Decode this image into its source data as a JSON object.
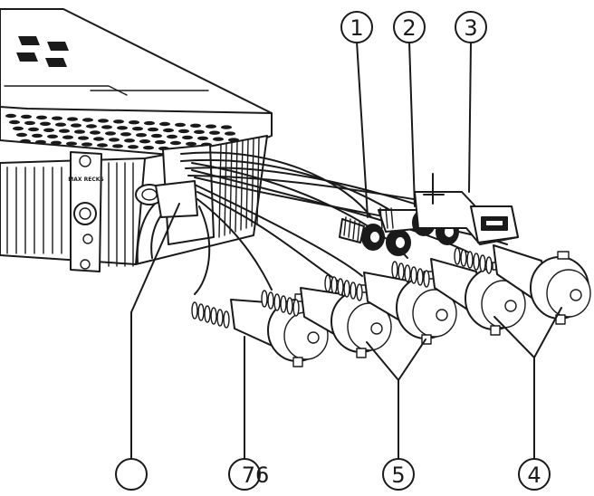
{
  "callouts": [
    {
      "id": "c1",
      "label": "1"
    },
    {
      "id": "c2",
      "label": "2"
    },
    {
      "id": "c3",
      "label": "3"
    },
    {
      "id": "c4",
      "label": "4"
    },
    {
      "id": "c5",
      "label": "5"
    },
    {
      "id": "c76",
      "label": "76"
    },
    {
      "id": "c-blank",
      "label": ""
    }
  ],
  "unit_marking": "MAX RECKS",
  "colors": {
    "line": "#1a1a1a",
    "background": "#ffffff"
  }
}
